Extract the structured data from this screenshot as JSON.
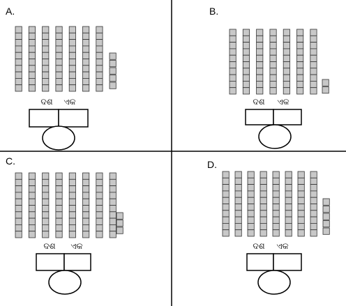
{
  "panels": [
    {
      "id": "A",
      "label": "A.",
      "tens_label": "ଦଶ",
      "ones_label": "ଏକ",
      "tens": 7,
      "ones": 5
    },
    {
      "id": "B",
      "label": "B.",
      "tens_label": "ଦଶ",
      "ones_label": "ଏକ",
      "tens": 7,
      "ones": 2
    },
    {
      "id": "C",
      "label": "C.",
      "tens_label": "ଦଶ",
      "ones_label": "ଏକ",
      "tens": 8,
      "ones": 3
    },
    {
      "id": "D",
      "label": "D.",
      "tens_label": "ଦଶ",
      "ones_label": "ଏକ",
      "tens": 8,
      "ones": 5
    }
  ],
  "colors": {
    "cube_fill": "#c8c8c8",
    "cube_stroke": "#333333",
    "lines": "#000000"
  }
}
